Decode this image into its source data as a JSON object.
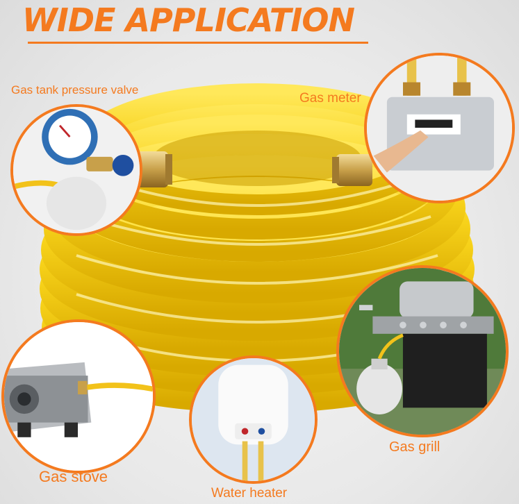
{
  "title": "WIDE APPLICATION",
  "colors": {
    "accent": "#f47a1f",
    "hose": "#f5cf1a",
    "brass": "#c8a04a"
  },
  "applications": [
    {
      "label": "Gas tank pressure valve"
    },
    {
      "label": "Gas meter"
    },
    {
      "label": "Gas grill"
    },
    {
      "label": "Gas stove"
    },
    {
      "label": "Water heater"
    }
  ]
}
